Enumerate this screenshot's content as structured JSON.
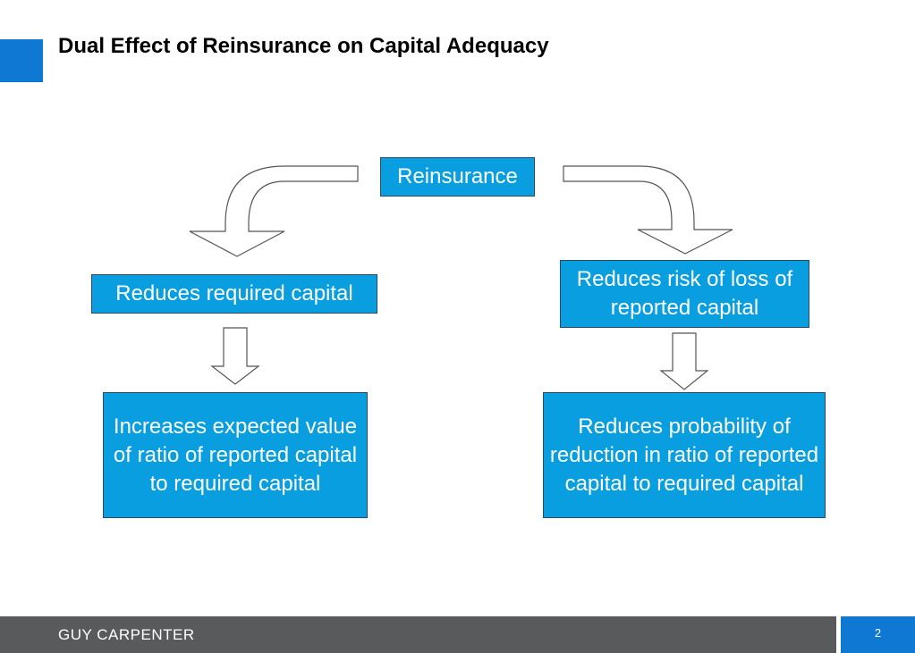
{
  "title": "Dual Effect of Reinsurance on Capital Adequacy",
  "diagram": {
    "root": "Reinsurance",
    "left_branch": {
      "effect": "Reduces required capital",
      "outcome": "Increases expected value of ratio of reported capital to required capital"
    },
    "right_branch": {
      "effect": "Reduces risk of loss of reported capital",
      "outcome": "Reduces probability of reduction in ratio of reported capital to required capital"
    }
  },
  "footer": {
    "brand": "GUY CARPENTER",
    "page_number": "2"
  },
  "colors": {
    "accent": "#0f78d2",
    "box_fill": "#089ee0",
    "footer_bar": "#595a5c"
  }
}
